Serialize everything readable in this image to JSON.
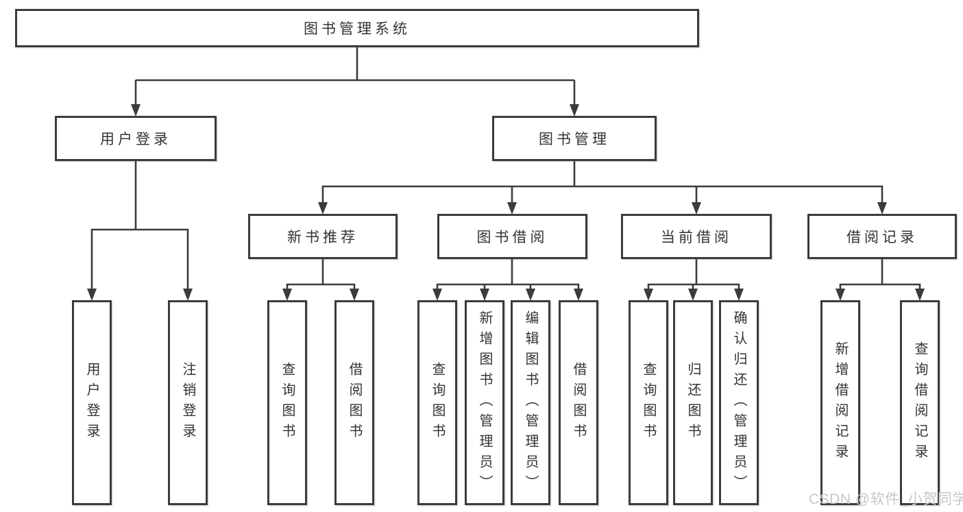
{
  "diagram": {
    "root": {
      "label": "图书管理系统"
    },
    "level1": {
      "user_login": {
        "label": "用户登录"
      },
      "book_management": {
        "label": "图书管理"
      }
    },
    "level2": {
      "new_books": {
        "label": "新书推荐"
      },
      "book_borrow": {
        "label": "图书借阅"
      },
      "current_borrow": {
        "label": "当前借阅"
      },
      "borrow_records": {
        "label": "借阅记录"
      }
    },
    "leaves": {
      "user_login": "用户登录",
      "logout": "注销登录",
      "nb_query_books": "查询图书",
      "nb_borrow_books": "借阅图书",
      "bb_query_books": "查询图书",
      "bb_add_books": "新增图书（管理员）",
      "bb_edit_books": "编辑图书（管理员）",
      "bb_borrow_books": "借阅图书",
      "cb_query_books": "查询图书",
      "cb_return_books": "归还图书",
      "cb_confirm_return": "确认归还（管理员）",
      "br_add_record": "新增借阅记录",
      "br_query_record": "查询借阅记录"
    }
  },
  "watermark": {
    "text": "CSDN @软件_小贺同学"
  },
  "colors": {
    "stroke": "#3b3b3b",
    "box_fill": "#ffffff",
    "text": "#333333",
    "watermark": "#c7c7c7"
  }
}
